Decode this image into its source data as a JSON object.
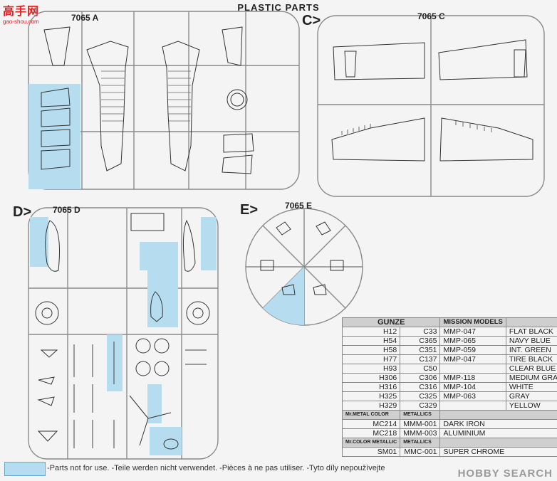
{
  "header": {
    "title": "PLASTIC PARTS"
  },
  "logo": {
    "main": "高手网",
    "sub": "gao-shou.com"
  },
  "sprues": {
    "A": {
      "label": "7065 A"
    },
    "C": {
      "letter": "C>",
      "label": "7065 C"
    },
    "D": {
      "letter": "D>",
      "label": "7065 D"
    },
    "E": {
      "letter": "E>",
      "label": "7065 E"
    }
  },
  "paint_table": {
    "headers": {
      "gunze": "GUNZE",
      "mission": "MISSION MODELS"
    },
    "rows": [
      {
        "h": "H12",
        "c": "C33",
        "m": "MMP-047",
        "name": "FLAT BLACK"
      },
      {
        "h": "H54",
        "c": "C365",
        "m": "MMP-065",
        "name": "NAVY BLUE"
      },
      {
        "h": "H58",
        "c": "C351",
        "m": "MMP-059",
        "name": "INT. GREEN"
      },
      {
        "h": "H77",
        "c": "C137",
        "m": "MMP-047",
        "name": "TIRE BLACK"
      },
      {
        "h": "H93",
        "c": "C50",
        "m": "",
        "name": "CLEAR BLUE"
      },
      {
        "h": "H306",
        "c": "C306",
        "m": "MMP-118",
        "name": "MEDIUM GRAY"
      },
      {
        "h": "H316",
        "c": "C316",
        "m": "MMP-104",
        "name": "WHITE"
      },
      {
        "h": "H325",
        "c": "C325",
        "m": "MMP-063",
        "name": "GRAY"
      },
      {
        "h": "H329",
        "c": "C329",
        "m": "",
        "name": "YELLOW"
      }
    ],
    "metal_header": {
      "a": "Mr.METAL COLOR",
      "b": "METALLICS"
    },
    "metal_rows": [
      {
        "a": "MC214",
        "b": "MMM-001",
        "name": "DARK IRON"
      },
      {
        "a": "MC218",
        "b": "MMM-003",
        "name": "ALUMINIUM"
      }
    ],
    "color_header": {
      "a": "Mr.COLOR METALLIC",
      "b": "METALLICS"
    },
    "color_rows": [
      {
        "a": "SM01",
        "b": "MMC-001",
        "name": "SUPER CHROME"
      }
    ]
  },
  "legend": {
    "text": "-Parts not for use. -Teile werden nicht verwendet. -Pièces à ne pas utiliser. -Tyto díly nepoužívejte"
  },
  "watermark": {
    "text": "HOBBY SEARCH"
  },
  "colors": {
    "unused_part": "#b6dcf0",
    "frame": "#8a8a8a",
    "logo": "#e02020"
  }
}
